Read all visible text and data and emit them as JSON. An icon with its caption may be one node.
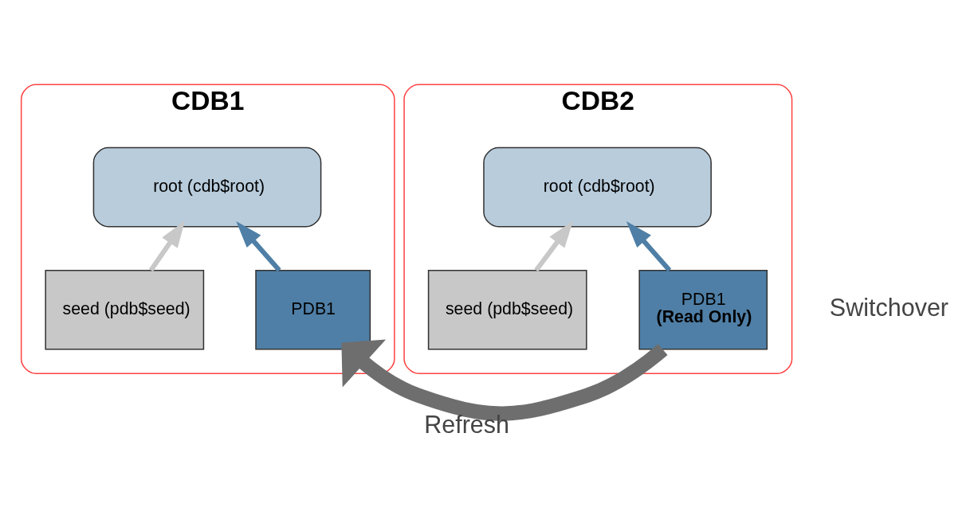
{
  "diagram": {
    "nodes": [
      {
        "text": [
          "CDB1"
        ]
      },
      {
        "text": [
          "root (cdb$root)"
        ],
        "in": 0
      },
      {
        "text": [
          "seed (pdb$seed)"
        ],
        "in": 0
      },
      {
        "text": [
          "PDB1"
        ],
        "in": 0
      },
      {
        "text": [
          "CDB2"
        ]
      },
      {
        "text": [
          "root (cdb$root)"
        ],
        "in": 4
      },
      {
        "text": [
          "seed (pdb$seed)"
        ],
        "in": 4
      },
      {
        "text": [
          "PDB1",
          "(Read Only)"
        ],
        "in": 4
      }
    ],
    "edges": [
      {
        "from": 2,
        "to": 1,
        "arrow": "to",
        "color": "#c8c8c8"
      },
      {
        "from": 3,
        "to": 1,
        "arrow": "to",
        "color": "#4f7fa6"
      },
      {
        "from": 6,
        "to": 5,
        "arrow": "to",
        "color": "#c8c8c8"
      },
      {
        "from": 7,
        "to": 5,
        "arrow": "to",
        "color": "#4f7fa6"
      },
      {
        "from": 7,
        "to": 3,
        "arrow": "to",
        "style": "thick",
        "color": "#6e6e6e",
        "label": "Refresh"
      }
    ],
    "labels": [
      "Switchover"
    ]
  }
}
